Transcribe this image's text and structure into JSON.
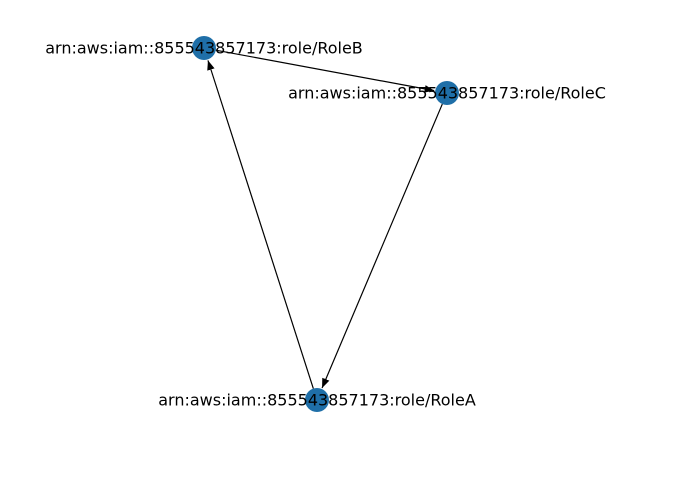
{
  "graph": {
    "node_color": "#1f6fa8",
    "edge_color": "#000000",
    "nodes": [
      {
        "id": "RoleA",
        "label": "arn:aws:iam::855543857173:role/RoleA"
      },
      {
        "id": "RoleB",
        "label": "arn:aws:iam::855543857173:role/RoleB"
      },
      {
        "id": "RoleC",
        "label": "arn:aws:iam::855543857173:role/RoleC"
      }
    ],
    "edges": [
      {
        "from": "RoleA",
        "to": "RoleB"
      },
      {
        "from": "RoleB",
        "to": "RoleC"
      },
      {
        "from": "RoleC",
        "to": "RoleA"
      }
    ]
  }
}
